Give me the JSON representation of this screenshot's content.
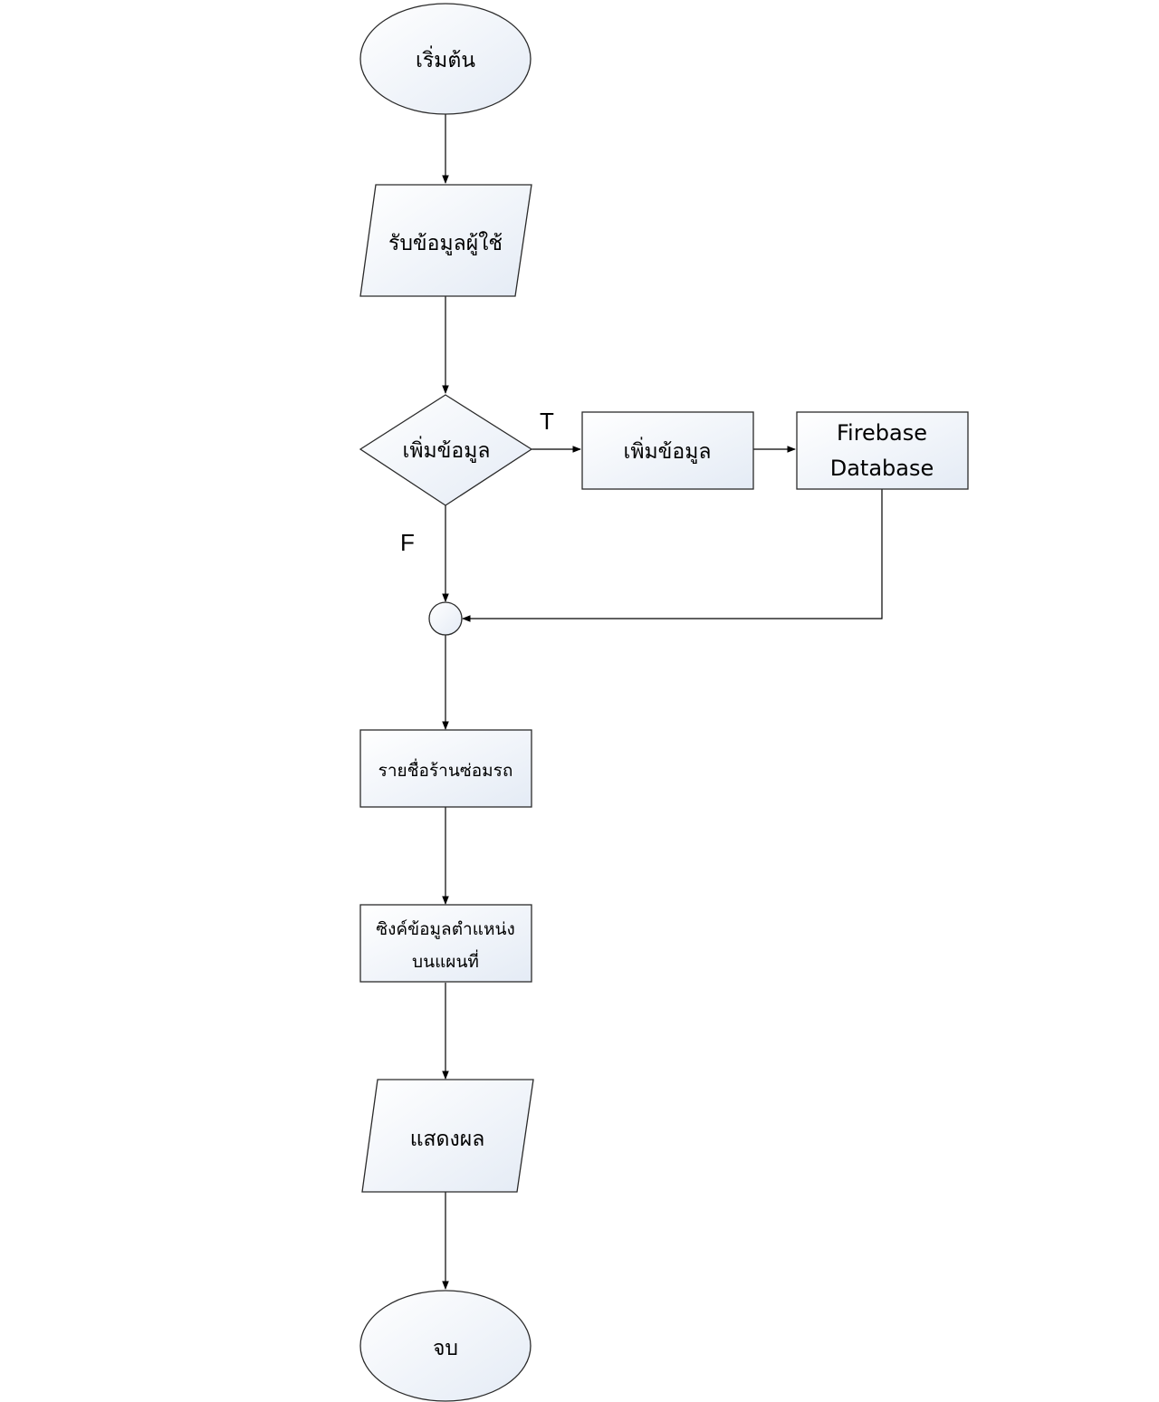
{
  "flowchart": {
    "start": "เริ่มต้น",
    "input_user": "รับข้อมูลผู้ใช้",
    "decision": "เพิ่มข้อมูล",
    "process_add": "เพิ่มข้อมูล",
    "database": {
      "line1": "Firebase",
      "line2": "Database"
    },
    "label_true": "T",
    "label_false": "F",
    "garage_list": "รายชื่อร้านซ่อมรถ",
    "sync_location": {
      "line1": "ซิงค์ข้อมูลตำแหน่ง",
      "line2": "บนแผนที่"
    },
    "display": "แสดงผล",
    "end": "จบ"
  }
}
